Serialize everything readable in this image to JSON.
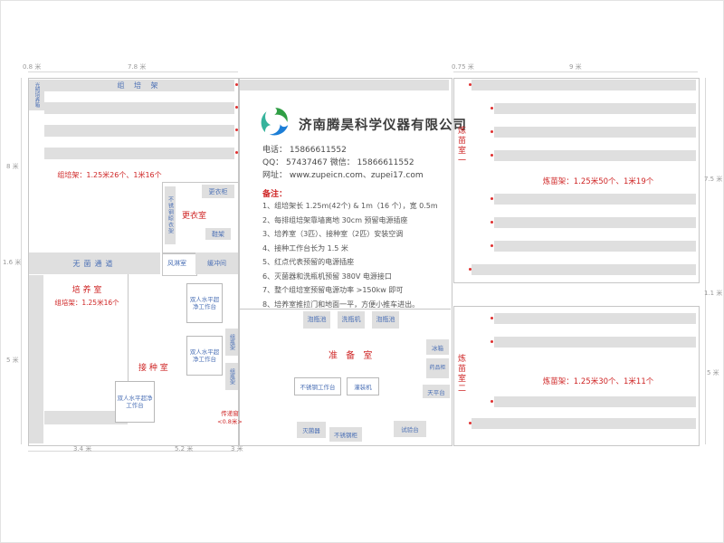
{
  "company": {
    "name": "济南腾昊科学仪器有限公司",
    "contact_lines": [
      "电话：  15866611552",
      "QQ：  57437467    微信：  15866611552",
      "网址：  www.zupeicn.com、zupei17.com"
    ]
  },
  "notes": {
    "title": "备注：",
    "items": [
      "1、组培架长 1.25m(42个) & 1m（16 个），宽 0.5m",
      "2、每排组培架靠墙离地 30cm 预留电源插座",
      "3、培养室（3匹）、接种室（2匹）安装空调",
      "4、接种工作台长为 1.5 米",
      "5、红点代表预留的电源插座",
      "6、灭菌器和洗瓶机预留 380V 电源接口",
      "7、整个组培室预留电源功率 >150kw 即可",
      "8、培养室推拉门和地面一平，方便小推车进出。"
    ]
  },
  "plan": {
    "left": {
      "light_incubator": "光照培养箱",
      "shelf_title": "组  培  架",
      "shelf_spec": "组培架：1.25米26个、1米16个",
      "changing_room": "更衣室",
      "clothes_rack": "不锈钢晾衣架",
      "wardrobe": "更衣柜",
      "shoe_rack": "鞋架",
      "air_shower": "风淋室",
      "buffer_room": "缓冲间",
      "sterile_corridor": "无菌通道",
      "culture_room": "培 养 室",
      "culture_shelf_spec": "组培架：1.25米16个",
      "clean_bench": "双人水平超净工作台",
      "inoculation_room": "接 种 室",
      "bottle_rack": "组瓶架",
      "pass_window": "传递窗",
      "pass_window_size": "<0.8米>"
    },
    "prep": {
      "soak_pool": "泡瓶池",
      "bottle_washer": "洗瓶机",
      "room": "准 备 室",
      "fridge": "冰箱",
      "medicine_cabinet": "药品柜",
      "balance_table": "天平台",
      "ss_worktable": "不锈钢工作台",
      "filling_machine": "灌装机",
      "sterilizer": "灭菌器",
      "ss_cabinet": "不锈钢柜",
      "test_bench": "试验台"
    },
    "right": {
      "room1": "炼苗室一",
      "room1_spec": "炼苗架：1.25米50个、1米19个",
      "room2": "炼苗室二",
      "room2_spec": "炼苗架：1.25米30个、1米11个"
    }
  },
  "dims": {
    "top": [
      "0.8 米",
      "7.8 米",
      "0.75 米",
      "9 米"
    ],
    "left": [
      "8 米",
      "1.6 米",
      "5 米"
    ],
    "right": [
      "7.5 米",
      "1.1 米",
      "5 米"
    ],
    "bottom": [
      "3.4 米",
      "5.2 米",
      "3 米"
    ]
  }
}
